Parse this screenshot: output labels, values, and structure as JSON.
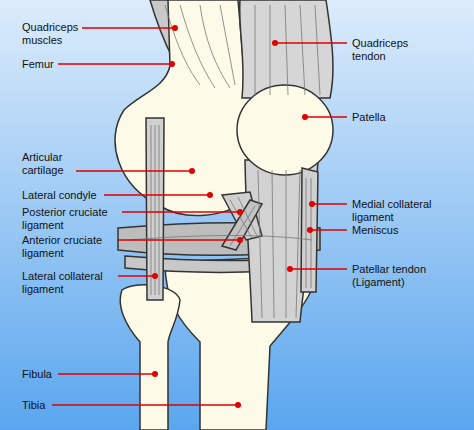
{
  "diagram": {
    "labels": [
      "Quadriceps muscles",
      "Femur",
      "Articular cartilage",
      "Lateral condyle",
      "Posterior cruciate ligament",
      "Anterior cruciate ligament",
      "Lateral collateral ligament",
      "Fibula",
      "Tibia",
      "Quadriceps tendon",
      "Patella",
      "Medial collateral ligament",
      "Meniscus",
      "Patellar tendon (Ligament)"
    ]
  }
}
